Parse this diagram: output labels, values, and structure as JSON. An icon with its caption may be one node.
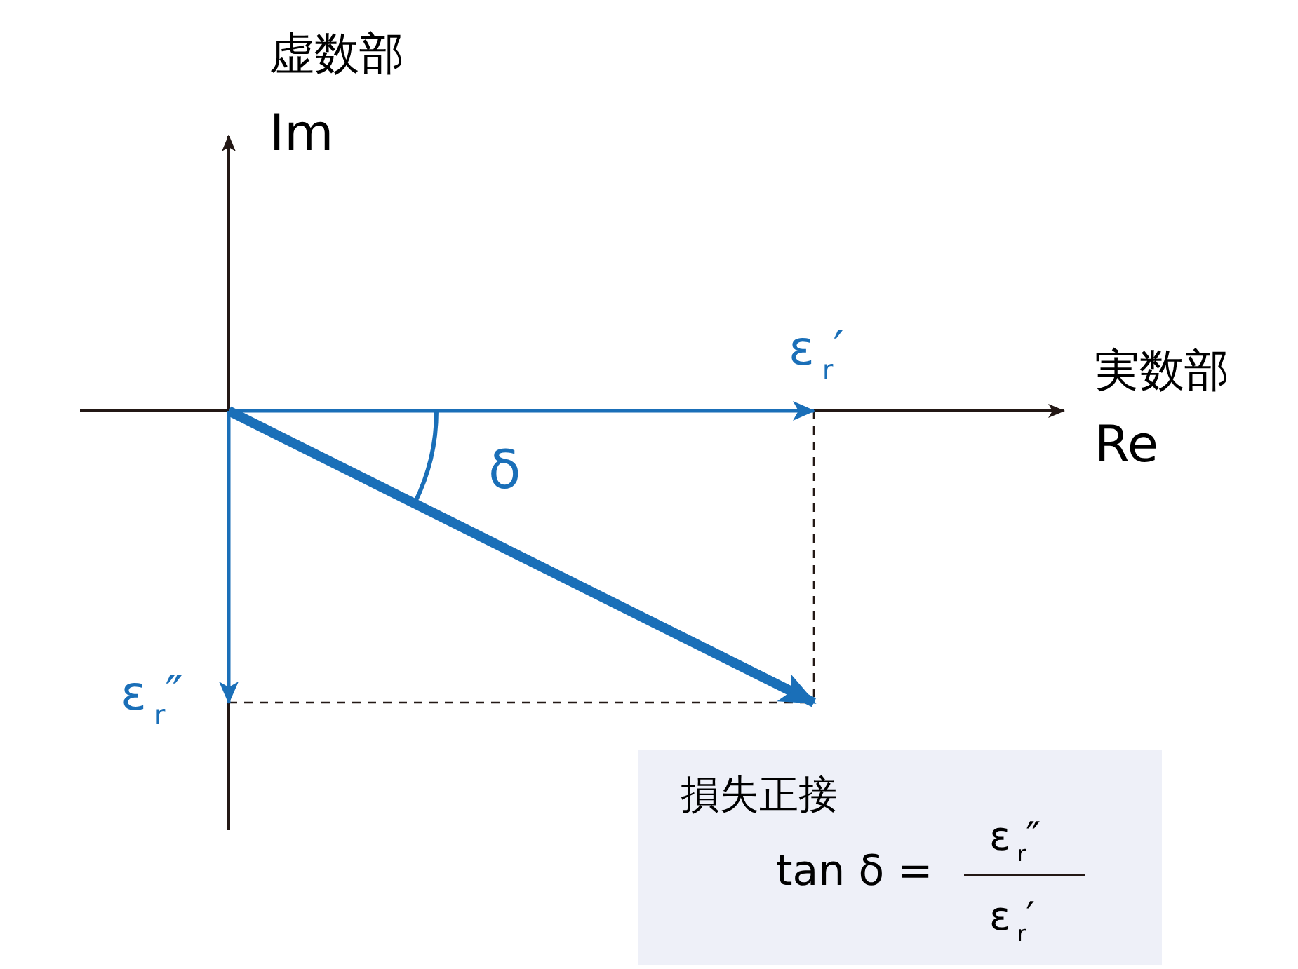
{
  "diagram": {
    "nodes": [
      {
        "text": [
          "損失正接",
          "tan δ =",
          "ε$_{r}$″",
          "ε$_{r}$′"
        ]
      }
    ],
    "labels": [
      "虚数部",
      "Im",
      "ε$_{r}$′",
      "実数部",
      "Re",
      "δ",
      "ε$_{r}$″"
    ]
  }
}
